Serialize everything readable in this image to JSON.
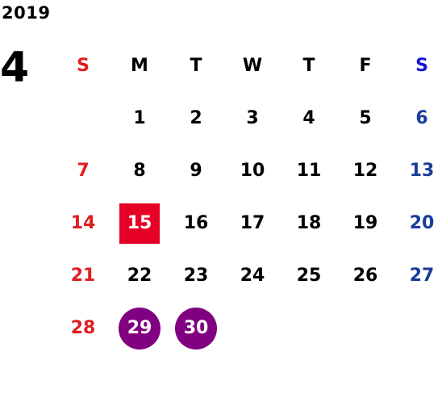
{
  "year": "2019",
  "month": "4",
  "weekdays": [
    "S",
    "M",
    "T",
    "W",
    "T",
    "F",
    "S"
  ],
  "weeks": [
    [
      "",
      "1",
      "2",
      "3",
      "4",
      "5",
      "6"
    ],
    [
      "7",
      "8",
      "9",
      "10",
      "11",
      "12",
      "13"
    ],
    [
      "14",
      "15",
      "16",
      "17",
      "18",
      "19",
      "20"
    ],
    [
      "21",
      "22",
      "23",
      "24",
      "25",
      "26",
      "27"
    ],
    [
      "28",
      "29",
      "30",
      "",
      "",
      "",
      ""
    ]
  ],
  "today": "15",
  "holidays": [
    "29",
    "30"
  ],
  "colors": {
    "sunday": "#e01e1e",
    "saturday_header": "#1414d6",
    "saturday": "#1a3c9a",
    "today_bg": "#e60026",
    "holiday_bg": "#800080"
  }
}
